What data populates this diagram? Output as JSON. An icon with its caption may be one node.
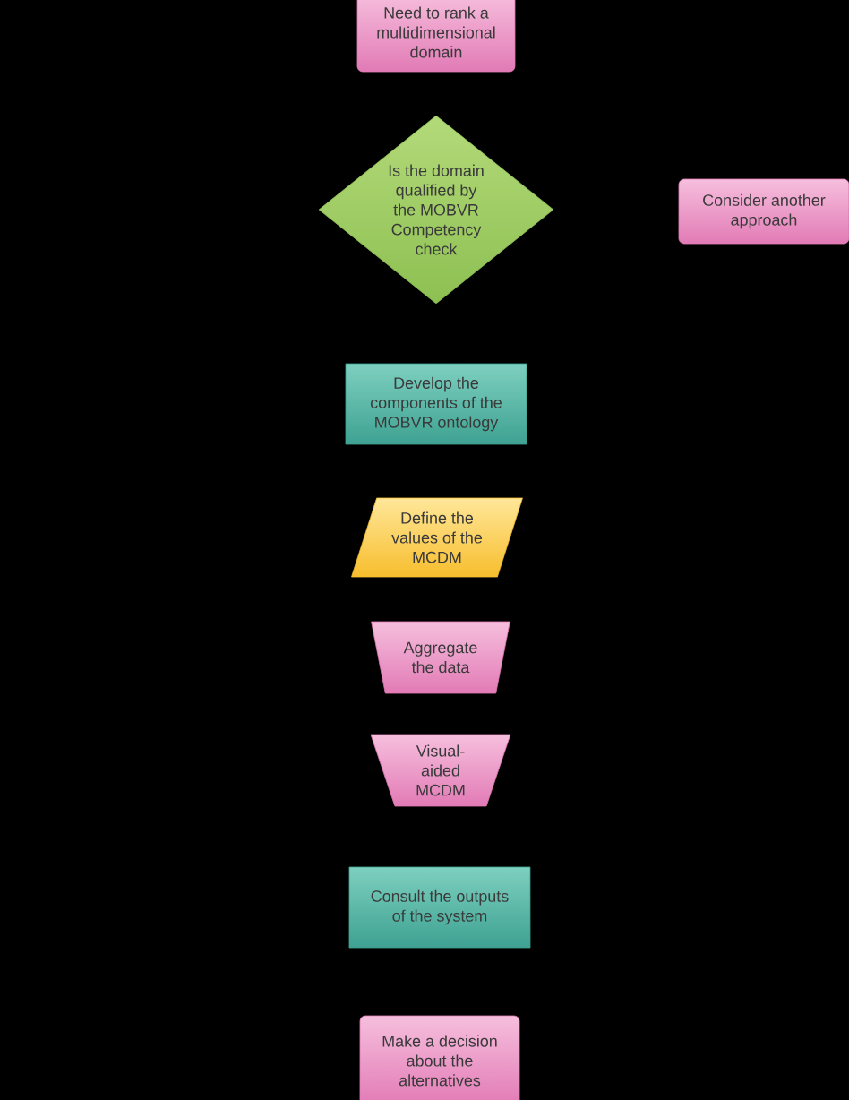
{
  "diagram": {
    "nodes": [
      {
        "text": [
          "Need to rank a multidimensional domain"
        ]
      },
      {
        "text": [
          "Is the domain qualified by the MOBVR Competency check"
        ]
      },
      {
        "text": [
          "Consider another approach"
        ]
      },
      {
        "text": [
          "Develop the components of the MOBVR ontology"
        ]
      },
      {
        "text": [
          "Define the values of the MCDM"
        ]
      },
      {
        "text": [
          "Aggregate the data"
        ]
      },
      {
        "text": [
          "Visual-aided MCDM"
        ]
      },
      {
        "text": [
          "Consult the outputs of the system"
        ]
      },
      {
        "text": [
          "Make a decision about the alternatives"
        ]
      }
    ]
  }
}
